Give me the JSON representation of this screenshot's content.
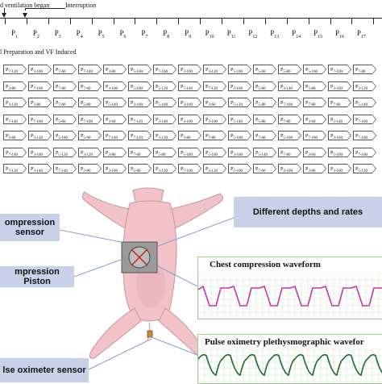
{
  "timeline": {
    "note_ventilation": "d ventilation began",
    "note_interruption": "Interruption",
    "phases": [
      "P1",
      "P2",
      "P3",
      "P4",
      "P5",
      "P6",
      "P7",
      "P8",
      "P9",
      "P10",
      "P11",
      "P12",
      "P13",
      "P14",
      "P15",
      "P16",
      "P17"
    ]
  },
  "prep_label": "l Preparation and VF Induced",
  "grid_rows": [
    [
      "P7-120",
      "P3-100",
      "P7-60",
      "P7-140",
      "P3-80",
      "P5-160",
      "P7-160",
      "P3-100",
      "P3-120",
      "P5-100",
      "P5-60",
      "P5-80",
      "P5-160",
      "P7-100",
      "P7-80"
    ],
    [
      "P3-80",
      "P7-160",
      "P7-80",
      "P7-60",
      "P3-100",
      "P5-100",
      "P5-120",
      "P7-140",
      "P7-120",
      "P3-160",
      "P5-60",
      "P3-140",
      "P5-80",
      "P3-160",
      "P3-120"
    ],
    [
      "P3-120",
      "P3-80",
      "P7-60",
      "P5-80",
      "P5-140",
      "P3-100",
      "P5-100",
      "P3-160",
      "P3-60",
      "P5-120",
      "P5-80",
      "P7-100",
      "P7-80",
      "P7-60",
      "P5-140"
    ],
    [
      "P7-140",
      "P7-160",
      "P5-60",
      "P7-100",
      "P3-60",
      "P7-120",
      "P3-140",
      "P3-100",
      "P3-100",
      "P5-140",
      "P5-80",
      "P7-80",
      "P3-60",
      "P5-140",
      "P7-100"
    ],
    [
      "P3-60",
      "P3-120",
      "P5-100",
      "P5-60",
      "P7-140",
      "P7-120",
      "P3-120",
      "P3-80",
      "P7-80",
      "P5-160",
      "P7-60",
      "P5-100",
      "P7-100",
      "P3-160",
      "P7-160"
    ],
    [
      "P7-140",
      "P3-100",
      "P5-120",
      "P3-120",
      "P3-80",
      "P7-60",
      "P5-80",
      "P5-160",
      "P5-160",
      "P3-160",
      "P5-140",
      "P7-80",
      "P3-60",
      "P5-100",
      "P7-160"
    ],
    [
      "P7-120",
      "P3-140",
      "P7-140",
      "P3-80",
      "P3-160",
      "P5-60",
      "P3-120",
      "P7-160",
      "P3-120",
      "P5-100",
      "P7-60",
      "P3-100",
      "P3-80",
      "P3-160",
      "P5-120"
    ]
  ],
  "callouts": {
    "compression_sensor": "ompression\nsensor",
    "compression_piston": "mpression  Piston",
    "pulse_oximeter": "lse oximeter sensor",
    "depths_rates": "Different depths and rates"
  },
  "waves": {
    "chest_title": "Chest compression waveform",
    "pulse_title": "Pulse oximetry plethysmographic wavefor"
  },
  "colors": {
    "callout_bg": "#c9d1e8",
    "pig_body": "#f1c3c8",
    "chest_wave": "#cc33aa",
    "pulse_wave": "#1a6b2a",
    "grid_green": "#9bd08f"
  }
}
